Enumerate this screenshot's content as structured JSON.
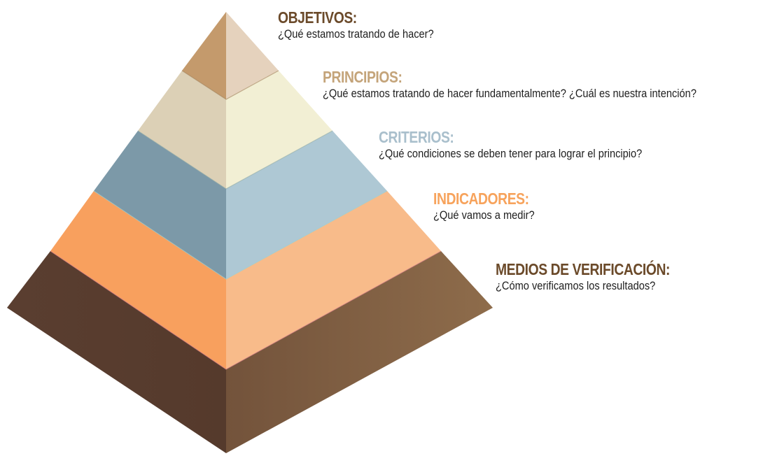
{
  "levels": [
    {
      "title": "OBJETIVOS:",
      "question": "¿Qué estamos tratando de hacer?",
      "title_color": "#6b4a2a",
      "left_face_color": "#c49a6c",
      "right_face_color": "#e5d2bd"
    },
    {
      "title": "PRINCIPIOS:",
      "question": "¿Qué estamos tratando de hacer fundamentalmente? ¿Cuál es nuestra intención?",
      "title_color": "#c4a47a",
      "left_face_color": "#dcd0b6",
      "right_face_color": "#f2efd4"
    },
    {
      "title": "CRITERIOS:",
      "question": "¿Qué condiciones se deben tener para lograr el principio?",
      "title_color": "#a9bfcc",
      "left_face_color": "#7c99a8",
      "right_face_color": "#aec8d4"
    },
    {
      "title": "INDICADORES:",
      "question": "¿Qué vamos a medir?",
      "title_color": "#f7a35c",
      "left_face_color": "#f8a05e",
      "right_face_color": "#f8bb8a"
    },
    {
      "title": "MEDIOS DE VERIFICACIÓN:",
      "question": "¿Cómo verificamos los resultados?",
      "title_color": "#6b4a2a",
      "left_face_color": "#5a3e30",
      "right_face_color": "#7f5d42"
    }
  ]
}
